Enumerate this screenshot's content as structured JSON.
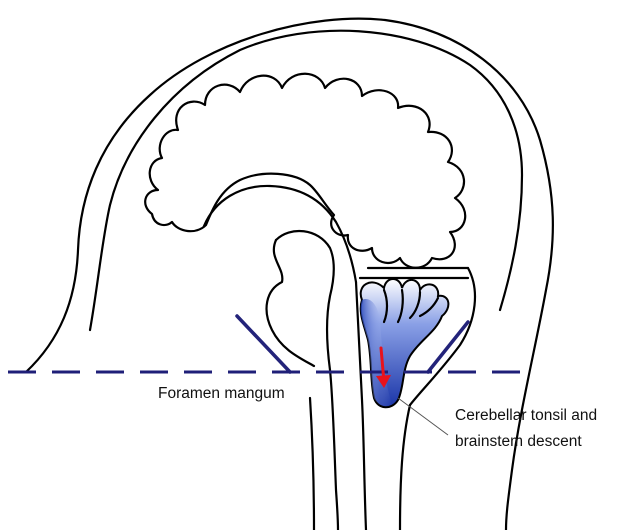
{
  "labels": {
    "foramen": "Foramen mangum",
    "descent_line1": "Cerebellar tonsil and",
    "descent_line2": "brainstem descent"
  },
  "colors": {
    "ink": "#000000",
    "dashed_line": "#1f1f78",
    "oblique_marks": "#23237a",
    "tonsil_dark": "#1a35a8",
    "tonsil_light": "#ffffff",
    "arrow": "#e8121c"
  },
  "icons": {
    "descent_arrow": "down-arrow-icon"
  }
}
